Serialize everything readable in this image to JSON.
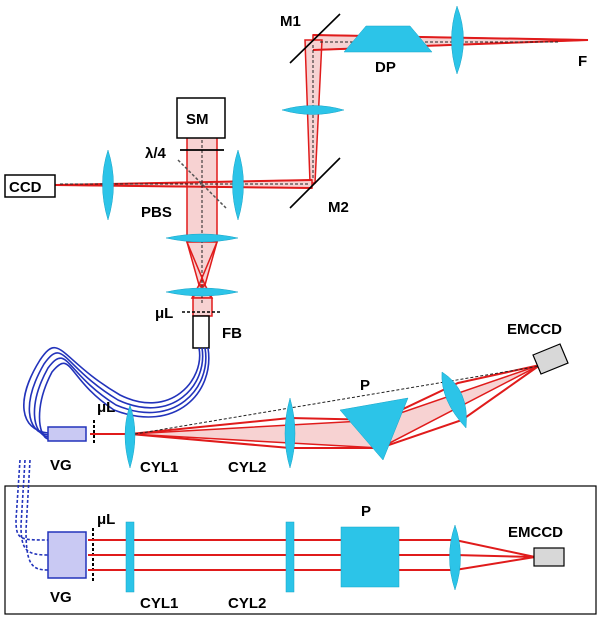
{
  "labels": {
    "m1": "M1",
    "m2": "M2",
    "dp": "DP",
    "f": "F",
    "sm": "SM",
    "qwp": "λ/4",
    "ccd": "CCD",
    "pbs": "PBS",
    "ul_top": "μL",
    "fb": "FB",
    "emccd_mid": "EMCCD",
    "p_mid": "P",
    "ul_mid": "μL",
    "vg_mid": "VG",
    "cyl1_mid": "CYL1",
    "cyl2_mid": "CYL2",
    "p_bot": "P",
    "emccd_bot": "EMCCD",
    "ul_bot": "μL",
    "vg_bot": "VG",
    "cyl1_bot": "CYL1",
    "cyl2_bot": "CYL2"
  },
  "colors": {
    "beam": "#e01b1b",
    "beam_fill": "#f7d2d2",
    "lens": "#2cc4e8",
    "fiber": "#2233bb",
    "detector": "#d8d8d8",
    "grating": "#c9c9f3"
  }
}
